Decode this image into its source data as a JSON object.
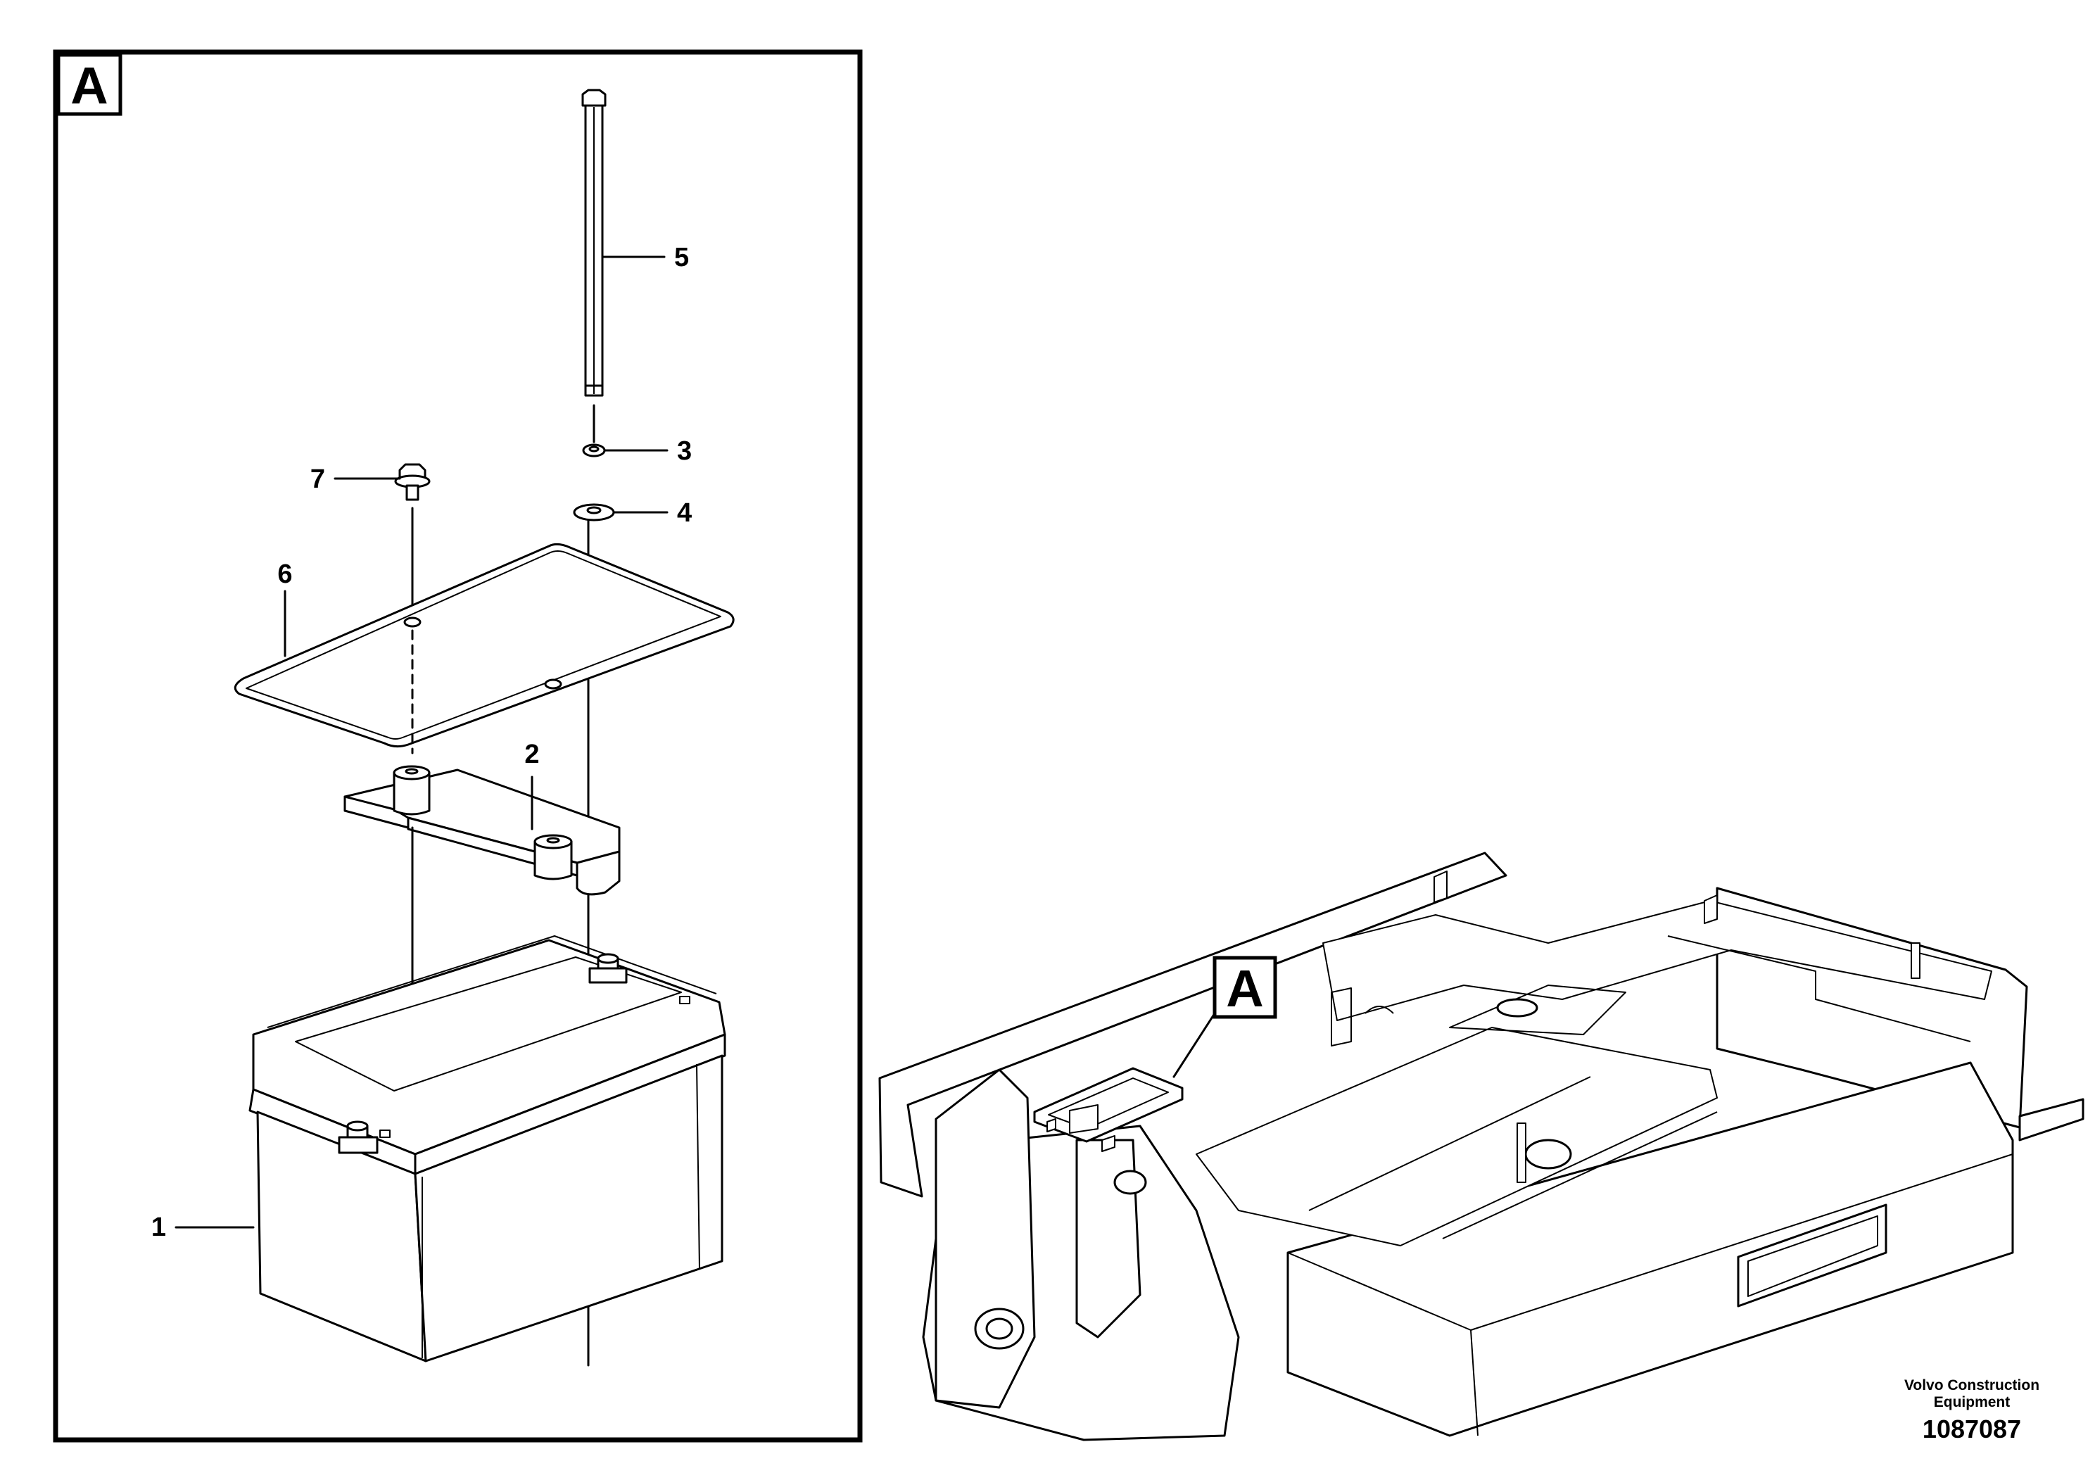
{
  "detail_view": {
    "tag": "A"
  },
  "overview": {
    "callout_tag": "A"
  },
  "callouts": {
    "c1": "1",
    "c2": "2",
    "c3": "3",
    "c4": "4",
    "c5": "5",
    "c6": "6",
    "c7": "7"
  },
  "parts": {
    "p1": "battery",
    "p2": "battery-clamp-bracket",
    "p3": "washer",
    "p4": "washer",
    "p5": "tie-rod",
    "p6": "battery-cover",
    "p7": "flange-screw"
  },
  "footer": {
    "brand_line1": "Volvo Construction",
    "brand_line2": "Equipment",
    "figure_number": "1087087"
  }
}
